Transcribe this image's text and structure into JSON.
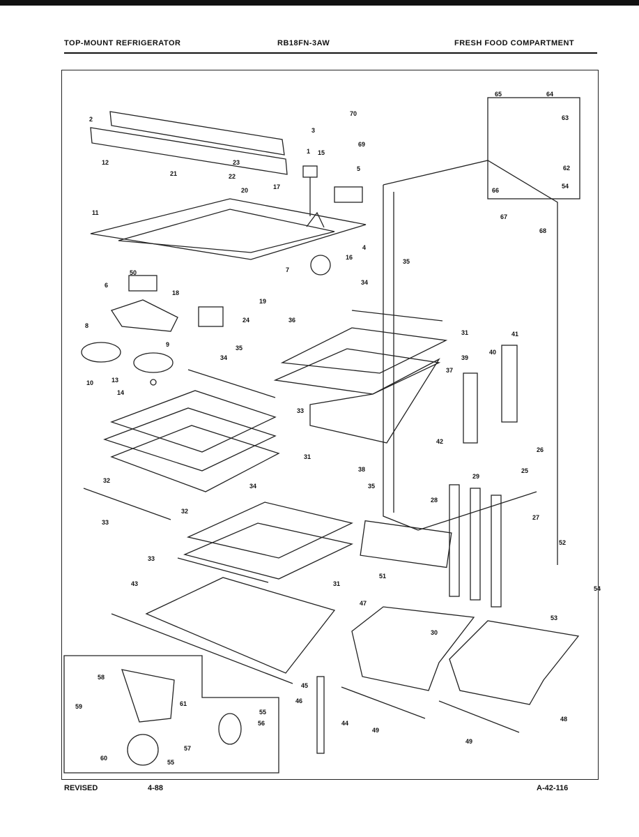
{
  "header": {
    "left": "TOP-MOUNT REFRIGERATOR",
    "center": "RB18FN-3AW",
    "right": "FRESH FOOD COMPARTMENT"
  },
  "footer": {
    "left": "REVISED",
    "date": "4-88",
    "right": "A-42-116"
  },
  "callouts": [
    "1",
    "2",
    "3",
    "4",
    "5",
    "6",
    "7",
    "8",
    "9",
    "10",
    "11",
    "12",
    "13",
    "14",
    "15",
    "16",
    "17",
    "18",
    "19",
    "20",
    "21",
    "22",
    "23",
    "24",
    "25",
    "26",
    "27",
    "28",
    "29",
    "30",
    "31",
    "32",
    "33",
    "34",
    "35",
    "36",
    "37",
    "38",
    "39",
    "40",
    "41",
    "42",
    "43",
    "44",
    "45",
    "46",
    "47",
    "48",
    "49",
    "50",
    "51",
    "52",
    "53",
    "54",
    "55",
    "56",
    "57",
    "58",
    "59",
    "60",
    "61",
    "62",
    "63",
    "64",
    "65",
    "66",
    "67",
    "68",
    "69",
    "70"
  ]
}
